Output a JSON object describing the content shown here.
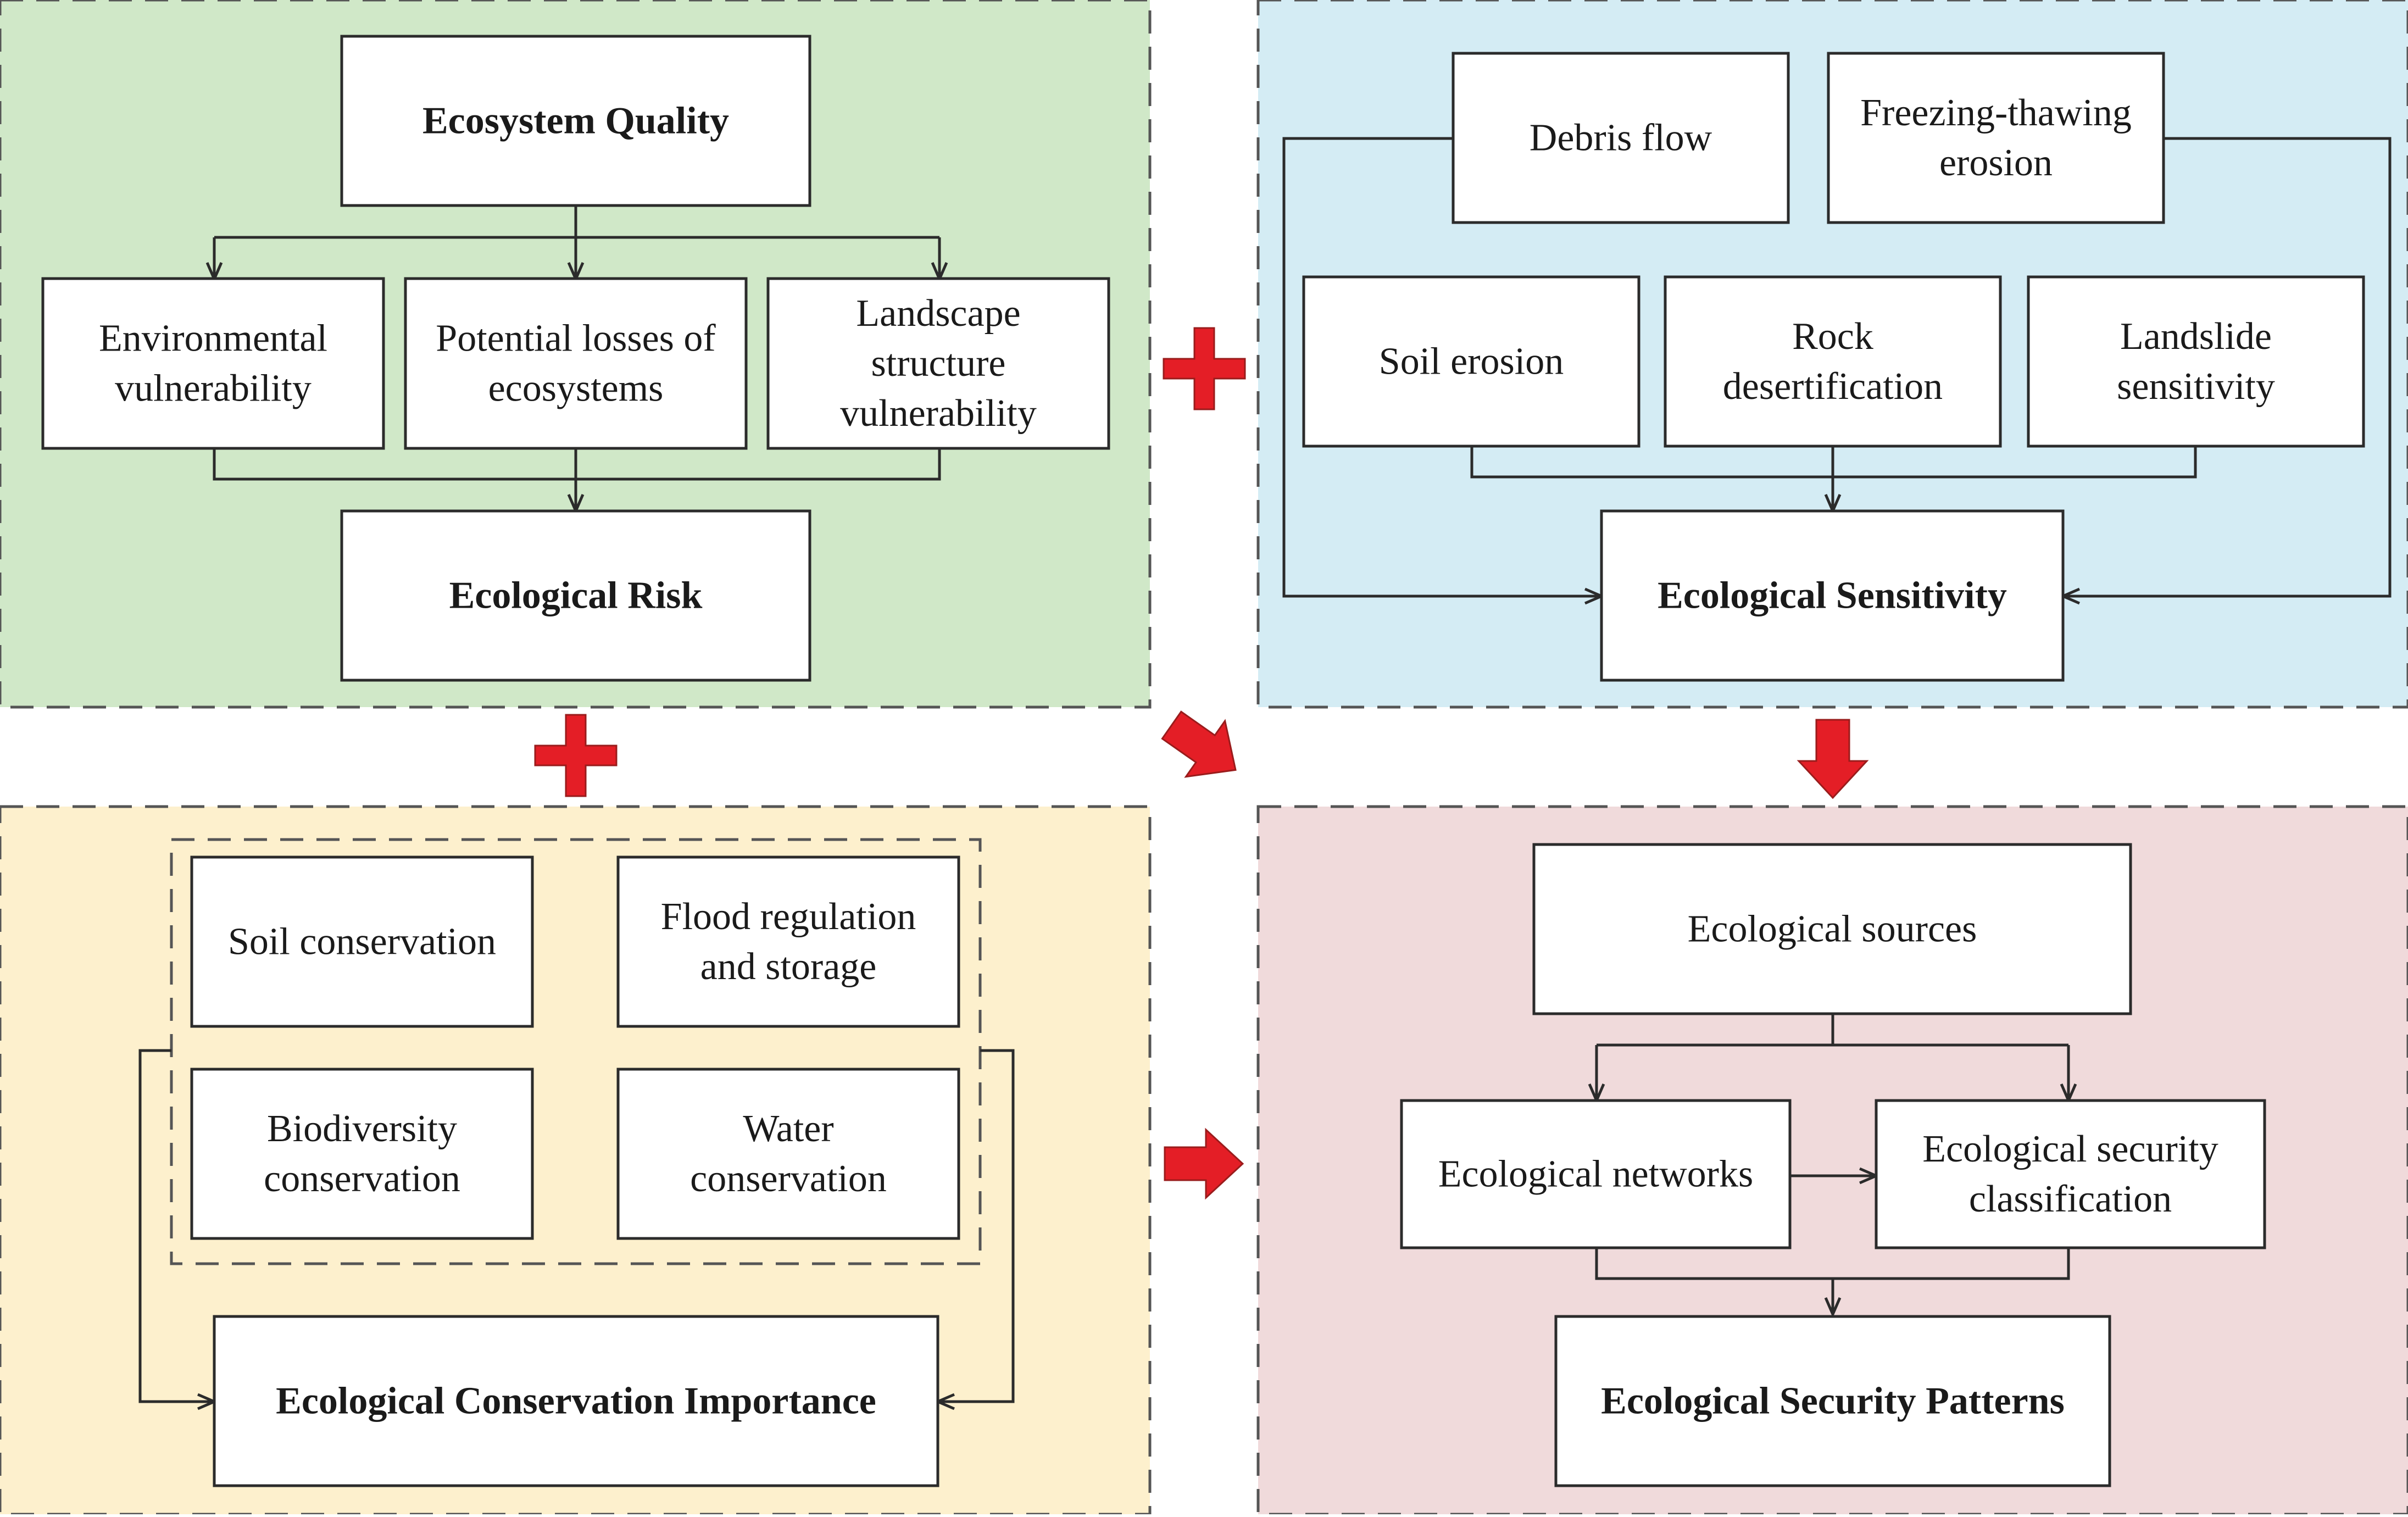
{
  "colors": {
    "panel_quality": "#d0e8c8",
    "panel_sensitivity": "#d4ecf4",
    "panel_conservation": "#fdf0cd",
    "panel_security": "#f0dadb",
    "accent_red": "#e41e26",
    "accent_red_stroke": "#9a1c1c"
  },
  "panels": {
    "quality": {
      "title": [
        "Ecosystem Quality"
      ],
      "factors": [
        [
          "Environmental",
          "vulnerability"
        ],
        [
          "Potential losses of",
          "ecosystems"
        ],
        [
          "Landscape",
          "structure",
          "vulnerability"
        ]
      ],
      "result": [
        "Ecological Risk"
      ]
    },
    "sensitivity": {
      "factors": [
        [
          "Debris flow"
        ],
        [
          "Freezing-thawing",
          "erosion"
        ],
        [
          "Soil erosion"
        ],
        [
          "Rock",
          "desertification"
        ],
        [
          "Landslide",
          "sensitivity"
        ]
      ],
      "result": [
        "Ecological Sensitivity"
      ]
    },
    "conservation": {
      "factors": [
        [
          "Soil conservation"
        ],
        [
          "Flood regulation",
          "and storage"
        ],
        [
          "Biodiversity",
          "conservation"
        ],
        [
          "Water",
          "conservation"
        ]
      ],
      "result": [
        "Ecological Conservation Importance"
      ]
    },
    "security": {
      "source": [
        "Ecological sources"
      ],
      "networks": [
        "Ecological networks"
      ],
      "classification": [
        "Ecological security",
        "classification"
      ],
      "result": [
        "Ecological Security Patterns"
      ]
    }
  },
  "icons": {
    "plus": "plus-icon",
    "arrow": "block-arrow-icon"
  }
}
